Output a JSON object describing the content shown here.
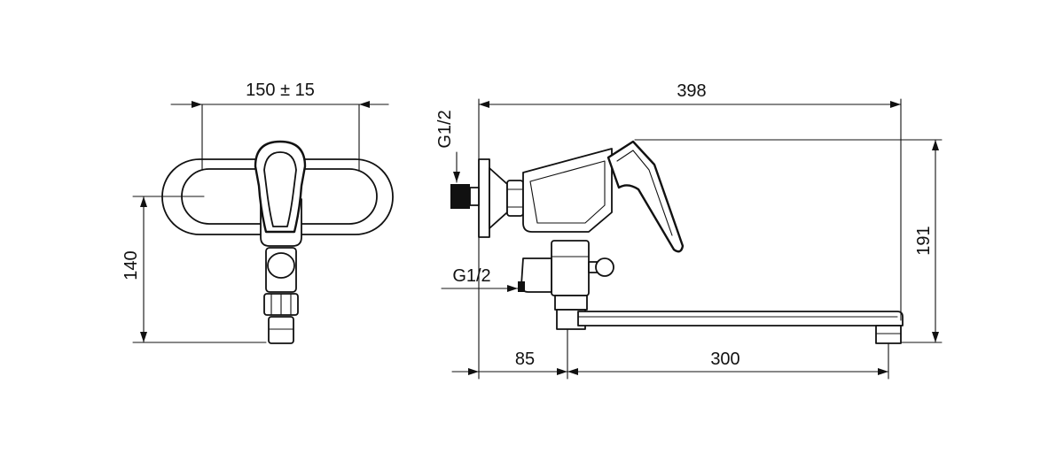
{
  "dimensions": {
    "width_front": "150 ± 15",
    "height_front": "140",
    "overall_length": "398",
    "overall_height": "191",
    "wall_offset": "85",
    "spout_length": "300"
  },
  "threads": {
    "inlet": "G1/2",
    "outlet": "G1/2"
  },
  "colors": {
    "line": "#111111",
    "background": "#ffffff"
  }
}
